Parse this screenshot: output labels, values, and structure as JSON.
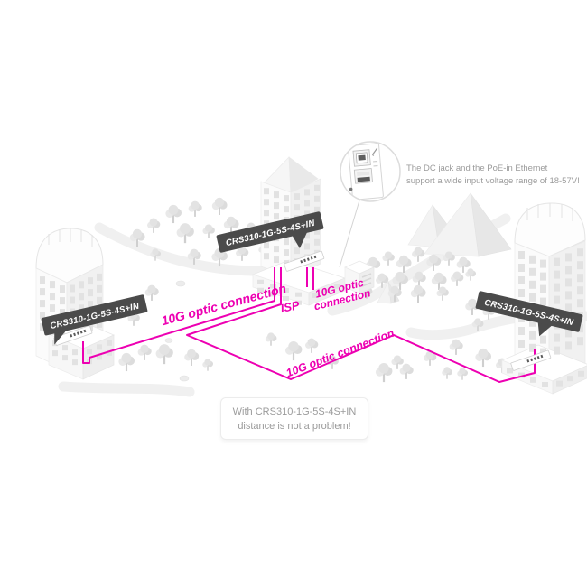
{
  "scene": {
    "badges": [
      {
        "position": "left",
        "label": "CRS310-1G-5S-4S+IN"
      },
      {
        "position": "center",
        "label": "CRS310-1G-5S-4S+IN"
      },
      {
        "position": "right",
        "label": "CRS310-1G-5S-4S+IN"
      }
    ],
    "links": {
      "isp_label": "ISP",
      "left_label": "10G optic connection",
      "right_label_line1": "10G optic",
      "right_label_line2": "connection",
      "bottom_label": "10G optic connection"
    },
    "callout": {
      "icon": "ethernet-ports-icon",
      "text_line1": "The DC jack and the PoE-in Ethernet",
      "text_line2": "support a wide input voltage range of 18-57V!"
    },
    "footer_note": {
      "line1": "With CRS310-1G-5S-4S+IN",
      "line2": "distance is not a problem!"
    },
    "colors": {
      "accent": "#ED00B2",
      "badge_bg": "#4B4B4B",
      "note_text": "#9B9B9B"
    }
  }
}
